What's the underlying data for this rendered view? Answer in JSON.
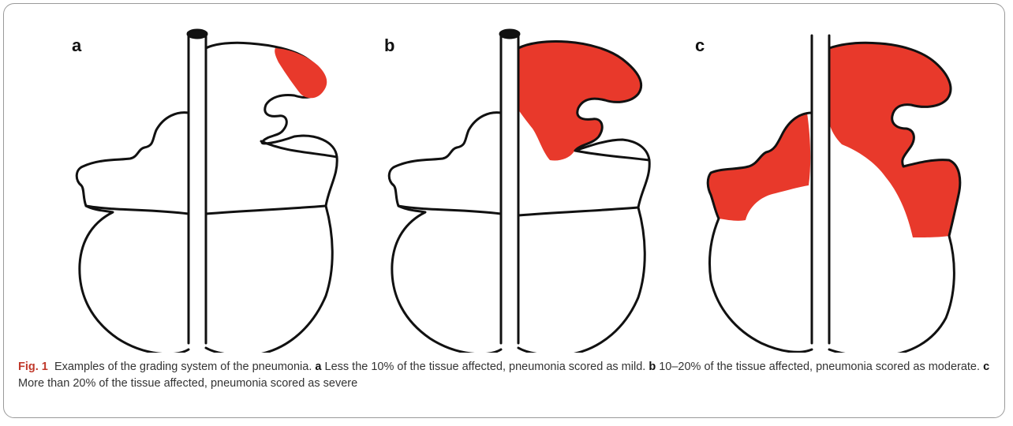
{
  "figure": {
    "panels": [
      {
        "letter": "a"
      },
      {
        "letter": "b"
      },
      {
        "letter": "c"
      }
    ],
    "caption": {
      "label": "Fig. 1",
      "intro": "Examples of the grading system of the pneumonia.",
      "parts": [
        {
          "letter": "a",
          "text": "Less the 10% of the tissue affected, pneumonia scored as mild."
        },
        {
          "letter": "b",
          "text": "10–20% of the tissue affected, pneumonia scored as moderate."
        },
        {
          "letter": "c",
          "text": "More than 20% of the tissue affected, pneumonia scored as severe"
        }
      ]
    },
    "colors": {
      "affected": "#e8392b",
      "outline": "#111111"
    }
  }
}
